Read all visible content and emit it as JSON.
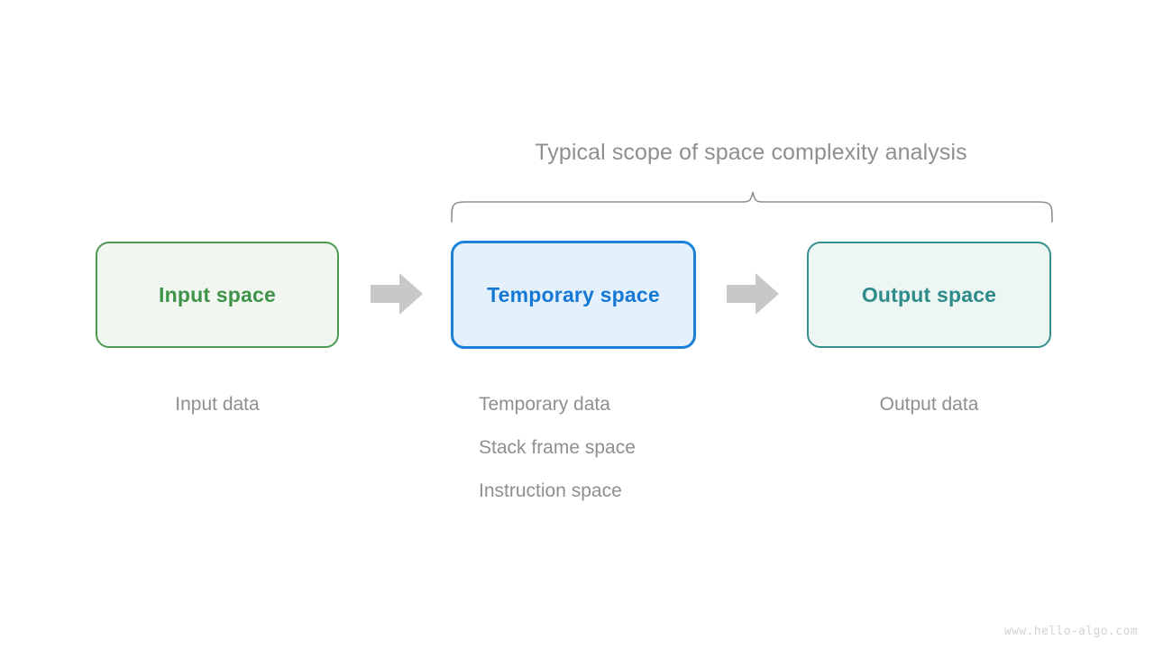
{
  "diagram": {
    "scope_title": "Typical scope of space complexity analysis",
    "brace": {
      "name": "curly-brace",
      "color": "#8f8f8f",
      "spans_boxes": [
        "Temporary space",
        "Output space"
      ]
    },
    "boxes": [
      {
        "id": "input",
        "label": "Input space",
        "text_color": "#3e9349",
        "border_color": "#4e9a52",
        "fill_color": "#f1f7f0"
      },
      {
        "id": "temporary",
        "label": "Temporary space",
        "text_color": "#1578d4",
        "border_color": "#1b81d8",
        "fill_color": "#e4f1fc"
      },
      {
        "id": "output",
        "label": "Output space",
        "text_color": "#2d8c89",
        "border_color": "#38908d",
        "fill_color": "#eef6f4"
      }
    ],
    "arrows": [
      {
        "id": "arrow-input-to-temporary",
        "color": "#c8c8c8",
        "direction": "right"
      },
      {
        "id": "arrow-temporary-to-output",
        "color": "#c8c8c8",
        "direction": "right"
      }
    ],
    "captions": {
      "input": [
        "Input data"
      ],
      "temporary": [
        "Temporary data",
        "Stack frame space",
        "Instruction space"
      ],
      "output": [
        "Output data"
      ],
      "color": "#8f8f8f"
    },
    "watermark": "www.hello-algo.com"
  }
}
